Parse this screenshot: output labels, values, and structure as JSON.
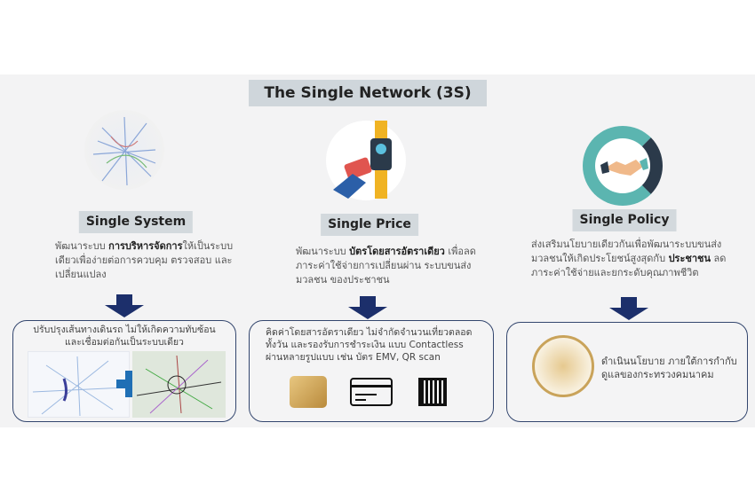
{
  "title": "The Single Network (3S)",
  "columns": [
    {
      "label": "Single System",
      "desc_pre": "พัฒนาระบบ ",
      "desc_bold": "การบริหารจัดการ",
      "desc_post": "ให้เป็นระบบเดียวเพื่อง่ายต่อการควบคุม ตรวจสอบ และเปลี่ยนแปลง",
      "box_text": "ปรับปรุงเส้นทางเดินรถ ไม่ให้เกิดความทับซ้อน และเชื่อมต่อกันเป็นระบบเดียว"
    },
    {
      "label": "Single Price",
      "desc_pre": "พัฒนาระบบ ",
      "desc_bold": "บัตรโดยสารอัตราเดียว",
      "desc_post": " เพื่อลดภาระค่าใช้จ่ายการเปลี่ยนผ่าน ระบบขนส่งมวลชน ของประชาชน",
      "box_text": "คิดค่าโดยสารอัตราเดียว ไม่จำกัดจำนวนเที่ยวตลอดทั้งวัน และรองรับการชำระเงิน แบบ Contactless ผ่านหลายรูปแบบ เช่น บัตร EMV, QR scan"
    },
    {
      "label": "Single Policy",
      "desc_pre": "ส่งเสริมนโยบายเดียวกันเพื่อพัฒนาระบบขนส่งมวลชนให้เกิดประโยชน์สูงสุดกับ ",
      "desc_bold": "ประชาชน",
      "desc_post": "  ลดภาระค่าใช้จ่ายและยกระดับคุณภาพชีวิต",
      "box_text": "ดำเนินนโยบาย ภายใต้การกำกับดูแลของกระทรวงคมนาคม"
    }
  ],
  "colors": {
    "navy": "#1c2f6b",
    "label_bg": "#d3d9dd",
    "gold": "#c9a35a",
    "plus": "#1f6fb5"
  }
}
